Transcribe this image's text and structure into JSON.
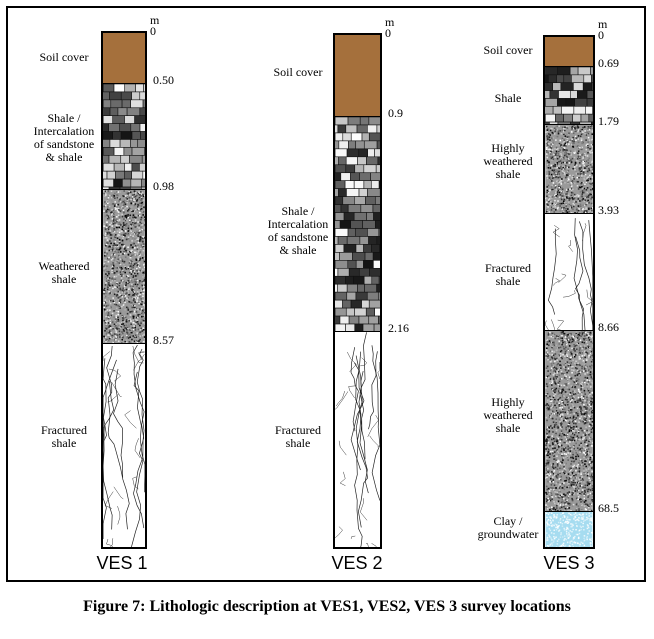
{
  "caption": "Figure 7: Lithologic description at VES1, VES2, VES 3 survey locations",
  "colors": {
    "soil": "#a5703c",
    "shale_block_dark": "#1e1e1e",
    "weathered": "#9a9a9a",
    "fractured": "#ffffff",
    "clay": "#a6dcf0"
  },
  "columns": [
    {
      "title": "VES 1",
      "unit": "m",
      "top_depth": "0",
      "layers": [
        {
          "name": "Soil cover",
          "pattern": "soil",
          "depth_bottom": "0.50"
        },
        {
          "name": "Shale /\nIntercalation\nof sandstone\n& shale",
          "pattern": "blocks",
          "depth_bottom": "0.98"
        },
        {
          "name": "Weathered\nshale",
          "pattern": "speckle",
          "depth_bottom": "8.57"
        },
        {
          "name": "Fractured\nshale",
          "pattern": "fracture",
          "depth_bottom": ""
        }
      ]
    },
    {
      "title": "VES 2",
      "unit": "m",
      "top_depth": "0",
      "layers": [
        {
          "name": "Soil cover",
          "pattern": "soil",
          "depth_bottom": "0.9"
        },
        {
          "name": "Shale /\nIntercalation\nof sandstone\n& shale",
          "pattern": "blocks",
          "depth_bottom": "2.16"
        },
        {
          "name": "Fractured\nshale",
          "pattern": "fracture",
          "depth_bottom": ""
        }
      ]
    },
    {
      "title": "VES 3",
      "unit": "m",
      "top_depth": "0",
      "layers": [
        {
          "name": "Soil cover",
          "pattern": "soil",
          "depth_bottom": "0.69"
        },
        {
          "name": "Shale",
          "pattern": "blocks",
          "depth_bottom": "1.79"
        },
        {
          "name": "Highly\nweathered\nshale",
          "pattern": "speckle",
          "depth_bottom": "3.93"
        },
        {
          "name": "Fractured\nshale",
          "pattern": "fracture",
          "depth_bottom": "8.66"
        },
        {
          "name": "Highly\nweathered\nshale",
          "pattern": "speckle",
          "depth_bottom": "68.5"
        },
        {
          "name": "Clay /\ngroundwater",
          "pattern": "clay",
          "depth_bottom": ""
        }
      ]
    }
  ]
}
